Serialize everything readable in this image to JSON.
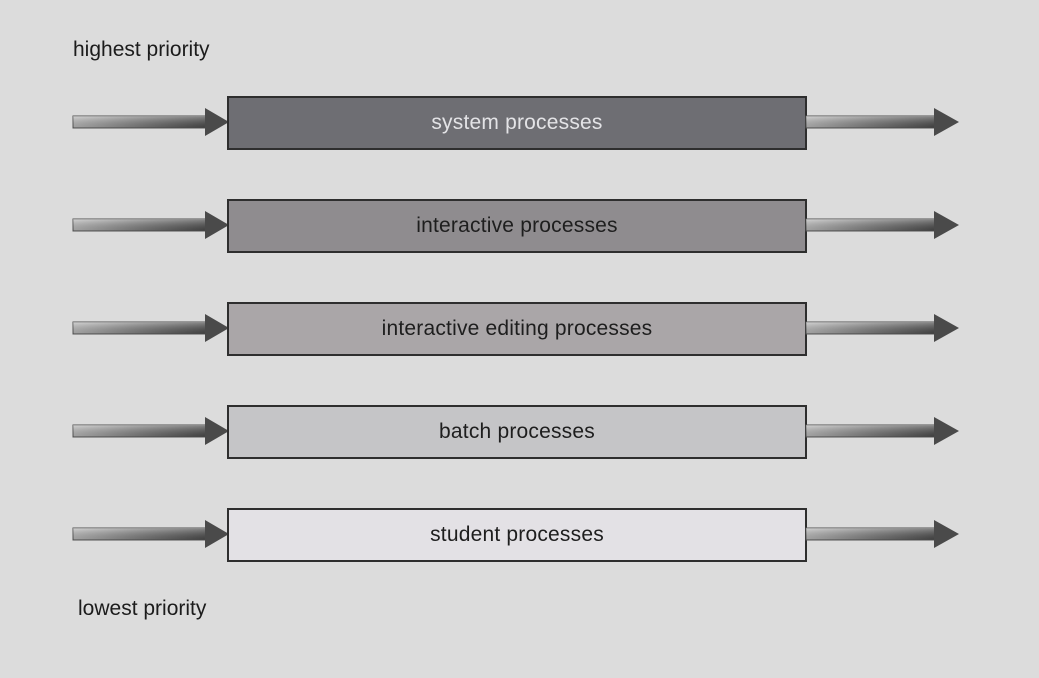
{
  "top_label": "highest priority",
  "bottom_label": "lowest priority",
  "queues": [
    {
      "label": "system processes",
      "fill": "#6e6e73",
      "text_color": "#e3e3e6"
    },
    {
      "label": "interactive processes",
      "fill": "#8f8c8f",
      "text_color": "#1e1e1e"
    },
    {
      "label": "interactive editing processes",
      "fill": "#aaa6a8",
      "text_color": "#1e1e1e"
    },
    {
      "label": "batch processes",
      "fill": "#c5c5c7",
      "text_color": "#1e1e1e"
    },
    {
      "label": "student processes",
      "fill": "#e3e1e5",
      "text_color": "#1e1e1e"
    }
  ],
  "arrow_color": "#4a4a4a"
}
